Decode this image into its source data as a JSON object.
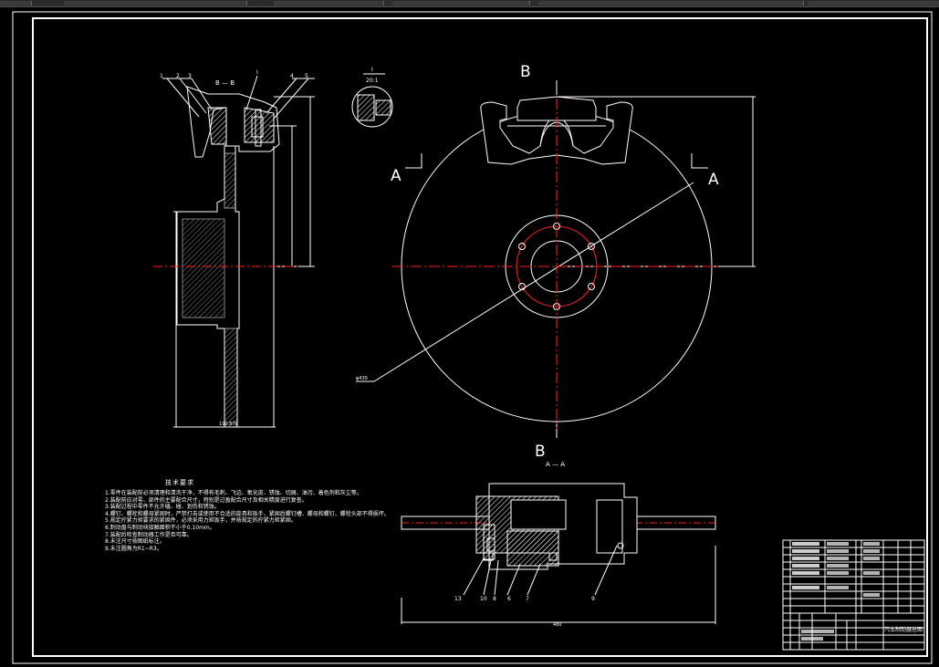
{
  "app": {
    "toolbar_segments": 6
  },
  "drawing": {
    "section_label_bb": "B — B",
    "section_label_aa": "A — A",
    "detail_label": "I",
    "detail_scale": "20:1",
    "cut_letter_b_top": "B",
    "cut_letter_b_bottom": "B",
    "cut_letter_a_left": "A",
    "cut_letter_a_right": "A",
    "leader_numbers_top": [
      "1",
      "2",
      "3",
      "I",
      "4",
      "5"
    ],
    "leader_numbers_bottom": [
      "13",
      "10",
      "8",
      "6",
      "7",
      "9"
    ],
    "dim_bottom_left": "190.876",
    "dim_bottom_caliper": "480",
    "dim_diameter": "φ430"
  },
  "notes": {
    "title": "技术要求",
    "items": [
      "1.零件在装配前必须清理和清洗干净，不得有毛刺、飞边、氧化皮、锈蚀、切屑、油污、着色剂和灰尘等。",
      "2.装配前应对零、部件的主要配合尺寸，特别是过盈配合尺寸及相关精度进行复查。",
      "3.装配过程中零件不允许磕、碰、划伤和锈蚀。",
      "4.螺钉、螺栓和螺母紧固时，严禁打击或使用不合适的旋具和扳手，紧固后螺钉槽、螺母和螺钉、螺栓头部不得损坏。",
      "5.规定拧紧力矩要求的紧固件，必须采用力矩扳手，并按规定的拧紧力矩紧固。",
      "6.制动盘与制动块接触面积不小于0.10mm。",
      "7.装配后检查制动器工作是否可靠。",
      "8.未注尺寸按图纸标注。",
      "9.未注圆角为R1~R3。"
    ]
  },
  "title_block": {
    "drawing_name": "汽车制动器总图"
  },
  "colors": {
    "background": "#000000",
    "line": "#ffffff",
    "centerline": "#ff2020",
    "hatch": "#ffffff"
  }
}
